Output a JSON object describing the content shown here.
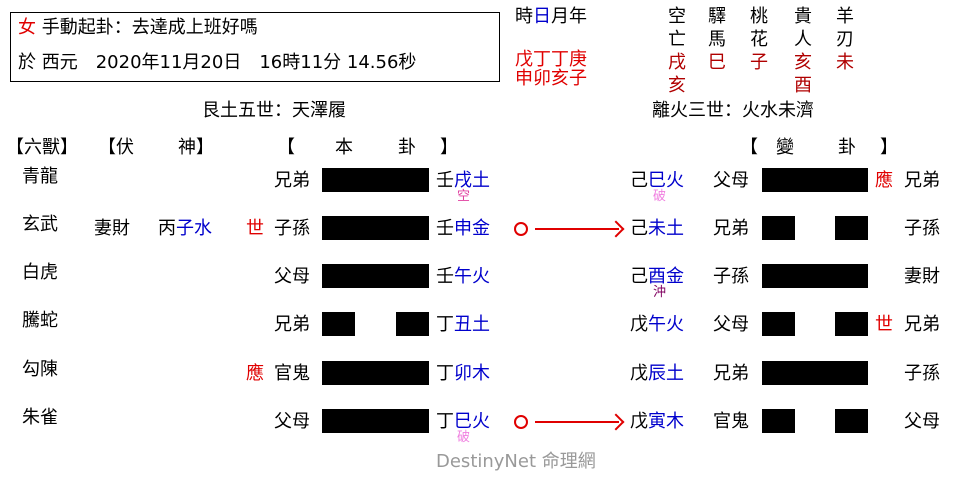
{
  "header": {
    "gender": "女",
    "method": "手動起卦：去達成上班好嗎",
    "date_line": "於 西元　2020年11月20日　16時11分 14.56秒"
  },
  "pillars": {
    "labels": [
      "時",
      "日",
      "月",
      "年"
    ],
    "stems": "戊丁丁庚",
    "branches": "申卯亥子"
  },
  "shensha": {
    "columns": [
      {
        "name1": "空",
        "name2": "亡",
        "values": [
          "戌",
          "亥"
        ]
      },
      {
        "name1": "驛",
        "name2": "馬",
        "values": [
          "巳"
        ]
      },
      {
        "name1": "桃",
        "name2": "花",
        "values": [
          "子"
        ]
      },
      {
        "name1": "貴",
        "name2": "人",
        "values": [
          "亥",
          "酉"
        ]
      },
      {
        "name1": "羊",
        "name2": "刃",
        "values": [
          "未"
        ]
      }
    ]
  },
  "main_hexagram_title": "艮土五世：天澤履",
  "changed_hexagram_title": "離火三世：火水未濟",
  "column_headers": {
    "six_beasts": "【六獸】",
    "hidden_spirit_open": "【伏",
    "hidden_spirit_close": "神】",
    "main_open": "【",
    "main_1": "本",
    "main_2": "卦",
    "main_close": "】",
    "changed_open": "【",
    "changed_1": "變",
    "changed_2": "卦",
    "changed_close": "】"
  },
  "lines": [
    {
      "beast": "青龍",
      "hidden_relation": "",
      "hidden_stem": "",
      "hidden_branch": "",
      "marker": "",
      "relation": "兄弟",
      "yang": true,
      "stem": "壬",
      "branch": "戌土",
      "note": "空",
      "moving": false,
      "c_stem": "己",
      "c_branch": "巳火",
      "c_note": "破",
      "c_relation": "父母",
      "c_yang": true,
      "c_marker": "應",
      "c_right_relation": "兄弟"
    },
    {
      "beast": "玄武",
      "hidden_relation": "妻財",
      "hidden_stem": "丙",
      "hidden_branch": "子水",
      "marker": "世",
      "relation": "子孫",
      "yang": true,
      "stem": "壬",
      "branch": "申金",
      "note": "",
      "moving": true,
      "c_stem": "己",
      "c_branch": "未土",
      "c_note": "",
      "c_relation": "兄弟",
      "c_yang": false,
      "c_marker": "",
      "c_right_relation": "子孫"
    },
    {
      "beast": "白虎",
      "hidden_relation": "",
      "hidden_stem": "",
      "hidden_branch": "",
      "marker": "",
      "relation": "父母",
      "yang": true,
      "stem": "壬",
      "branch": "午火",
      "note": "",
      "moving": false,
      "c_stem": "己",
      "c_branch": "酉金",
      "c_note": "沖",
      "c_relation": "子孫",
      "c_yang": true,
      "c_marker": "",
      "c_right_relation": "妻財"
    },
    {
      "beast": "騰蛇",
      "hidden_relation": "",
      "hidden_stem": "",
      "hidden_branch": "",
      "marker": "",
      "relation": "兄弟",
      "yang": false,
      "stem": "丁",
      "branch": "丑土",
      "note": "",
      "moving": false,
      "c_stem": "戊",
      "c_branch": "午火",
      "c_note": "",
      "c_relation": "父母",
      "c_yang": false,
      "c_marker": "世",
      "c_right_relation": "兄弟"
    },
    {
      "beast": "勾陳",
      "hidden_relation": "",
      "hidden_stem": "",
      "hidden_branch": "",
      "marker": "應",
      "relation": "官鬼",
      "yang": true,
      "stem": "丁",
      "branch": "卯木",
      "note": "",
      "moving": false,
      "c_stem": "戊",
      "c_branch": "辰土",
      "c_note": "",
      "c_relation": "兄弟",
      "c_yang": true,
      "c_marker": "",
      "c_right_relation": "子孫"
    },
    {
      "beast": "朱雀",
      "hidden_relation": "",
      "hidden_stem": "",
      "hidden_branch": "",
      "marker": "",
      "relation": "父母",
      "yang": true,
      "stem": "丁",
      "branch": "巳火",
      "note": "破",
      "moving": true,
      "c_stem": "戊",
      "c_branch": "寅木",
      "c_note": "",
      "c_relation": "官鬼",
      "c_yang": false,
      "c_marker": "",
      "c_right_relation": "父母"
    }
  ],
  "watermark": "DestinyNet 命理網"
}
